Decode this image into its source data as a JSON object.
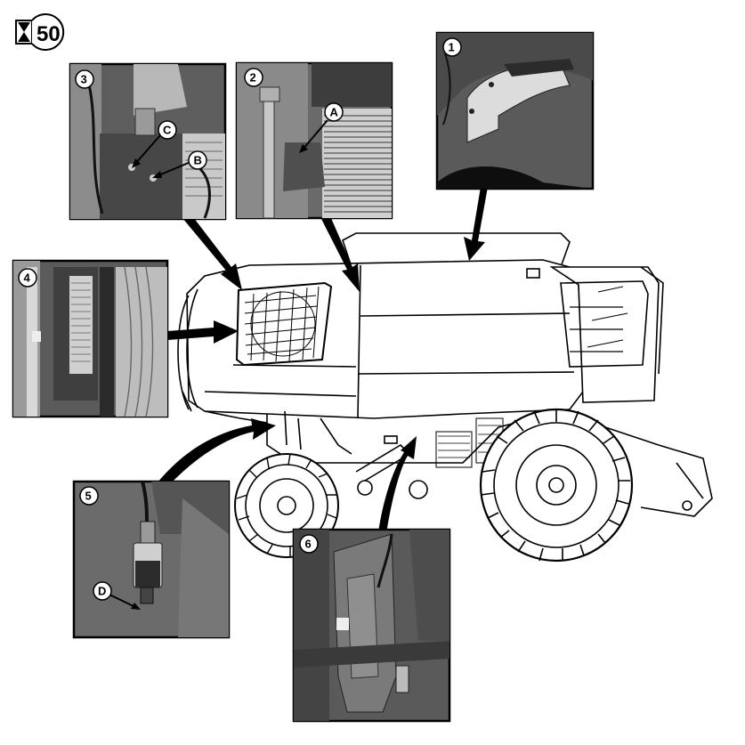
{
  "interval_badge": {
    "value": "50",
    "icon": "hourglass-icon"
  },
  "photos": [
    {
      "number": "1"
    },
    {
      "number": "2",
      "callouts": [
        "A"
      ]
    },
    {
      "number": "3",
      "callouts": [
        "C",
        "B"
      ]
    },
    {
      "number": "4"
    },
    {
      "number": "5",
      "callouts": [
        "D"
      ]
    },
    {
      "number": "6"
    }
  ],
  "colors": {
    "line": "#000000",
    "photo_dark": "#3a3a3a",
    "photo_mid": "#6e6e6e",
    "paper": "#ffffff"
  }
}
